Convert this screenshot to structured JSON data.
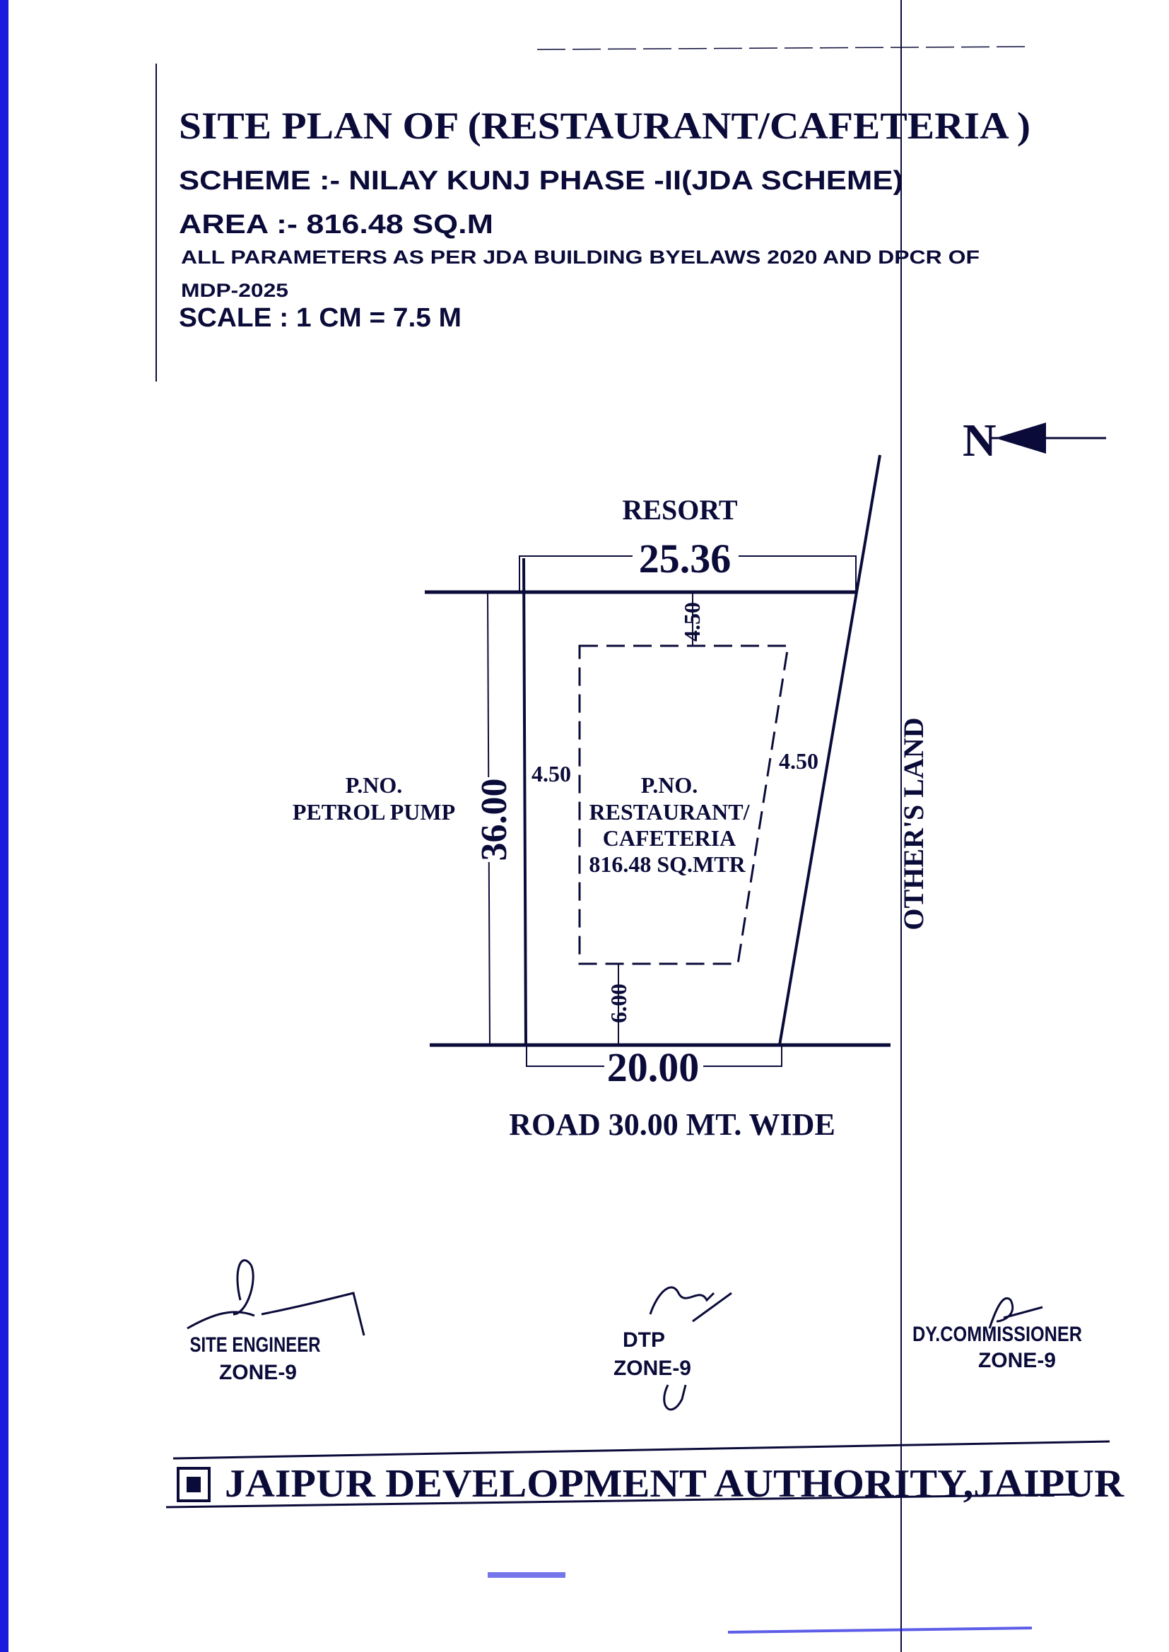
{
  "header": {
    "title": "SITE PLAN OF (RESTAURANT/CAFETERIA )",
    "scheme": "SCHEME :- NILAY KUNJ PHASE -II(JDA SCHEME)",
    "area": "AREA :- 816.48 SQ.M",
    "parameters_line1": "ALL PARAMETERS AS PER JDA BUILDING BYELAWS 2020 AND DPCR OF",
    "parameters_line2": "MDP-2025",
    "scale": "SCALE : 1 CM = 7.5 M"
  },
  "north": {
    "label": "N"
  },
  "plan": {
    "top_neighbor": "RESORT",
    "top_dimension": "25.36",
    "left_dimension": "36.00",
    "bottom_dimension": "20.00",
    "setback_front_top": "4.50",
    "setback_left": "4.50",
    "setback_right": "4.50",
    "setback_bottom": "6.00",
    "left_neighbor_line1": "P.NO.",
    "left_neighbor_line2": "PETROL PUMP",
    "plot_line1": "P.NO.",
    "plot_line2": "RESTAURANT/",
    "plot_line3": "CAFETERIA",
    "plot_line4": "816.48 SQ.MTR",
    "right_neighbor": "OTHER'S LAND",
    "road": "ROAD 30.00 MT. WIDE"
  },
  "signatures": [
    {
      "title": "SITE ENGINEER",
      "zone": "ZONE-9"
    },
    {
      "title": "DTP",
      "zone": "ZONE-9"
    },
    {
      "title": "DY.COMMISSIONER",
      "zone": "ZONE-9"
    }
  ],
  "footer": {
    "authority": "JAIPUR DEVELOPMENT AUTHORITY,JAIPUR"
  },
  "colors": {
    "ink": "#0b0b3a",
    "scan_edge": "#1a1adf"
  }
}
